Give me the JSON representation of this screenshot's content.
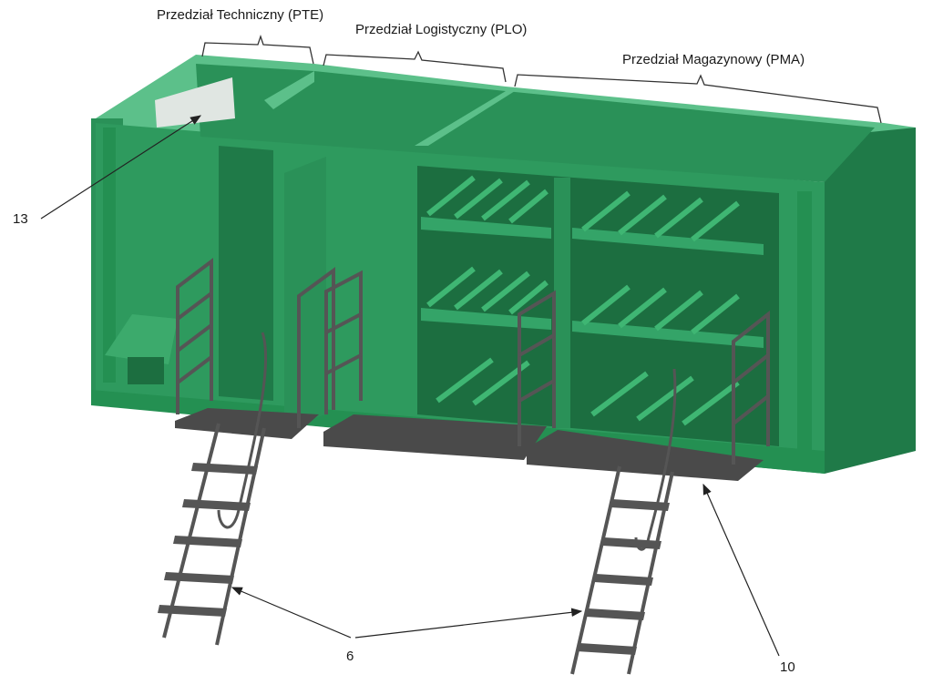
{
  "sections": {
    "pte": "Przedział Techniczny (PTE)",
    "plo": "Przedział Logistyczny (PLO)",
    "pma": "Przedział Magazynowy (PMA)"
  },
  "callouts": {
    "n13": "13",
    "n6": "6",
    "n10": "10"
  },
  "colors": {
    "container_front": "#2e9a5e",
    "container_top": "#5cc08a",
    "container_dark": "#1f7a48",
    "inner_wall": "#279055",
    "platform": "#4a4a4a",
    "steel": "#555555",
    "line": "#222222"
  }
}
